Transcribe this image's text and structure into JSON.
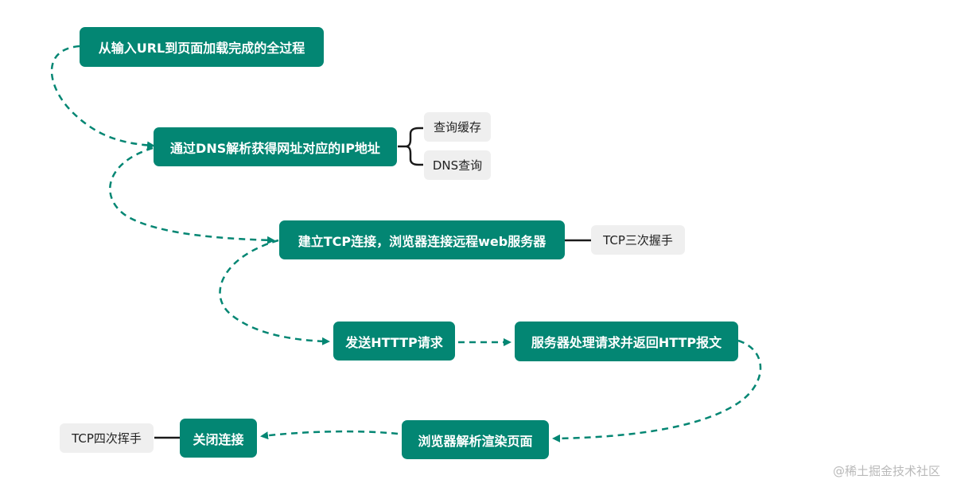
{
  "colors": {
    "main_node": "#038673",
    "main_text": "#ffffff",
    "sub_node": "#efefef",
    "sub_text": "#222222",
    "connector": "#038673",
    "branch_line": "#1a1a1a"
  },
  "nodes": {
    "root": "从输入URL到页面加载完成的全过程",
    "dns": "通过DNS解析获得网址对应的IP地址",
    "tcp": "建立TCP连接，浏览器连接远程web服务器",
    "http_request": "发送HTTTP请求",
    "server_response": "服务器处理请求并返回HTTP报文",
    "render": "浏览器解析渲染页面",
    "close": "关闭连接"
  },
  "sub_nodes": {
    "cache_query": "查询缓存",
    "dns_query": "DNS查询",
    "tcp_handshake": "TCP三次握手",
    "tcp_wave": "TCP四次挥手"
  },
  "watermark": "@稀土掘金技术社区"
}
